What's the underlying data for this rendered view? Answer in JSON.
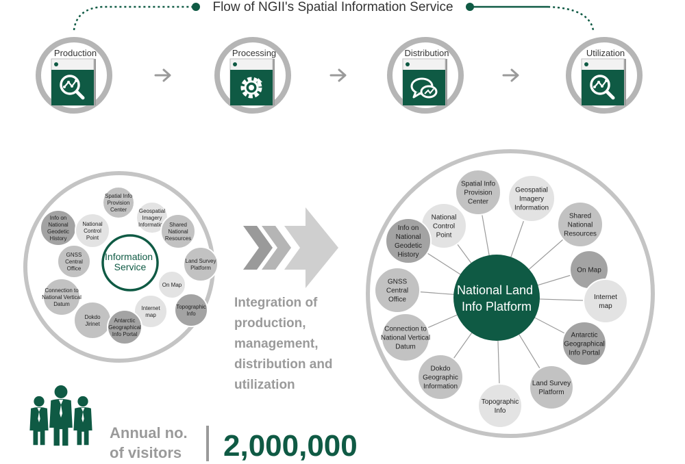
{
  "header": {
    "title": "Flow of NGII's Spatial Information Service"
  },
  "flow": {
    "steps": [
      {
        "label": "Production",
        "icon": "magnifier-graph-icon"
      },
      {
        "label": "Processing",
        "icon": "gear-cycle-icon"
      },
      {
        "label": "Distribution",
        "icon": "speech-bubbles-icon"
      },
      {
        "label": "Utilization",
        "icon": "magnifier-graph-icon"
      }
    ],
    "arrow_icon": "arrow-right-icon"
  },
  "left_cluster": {
    "center": [
      "Information",
      "Service"
    ],
    "nodes": [
      {
        "lines": [
          "Spatial Info",
          "Provision",
          "Center"
        ],
        "tone": "light"
      },
      {
        "lines": [
          "Geospatial",
          "Imagery",
          "Information"
        ],
        "tone": "pale"
      },
      {
        "lines": [
          "Shared",
          "National",
          "Resources"
        ],
        "tone": "light"
      },
      {
        "lines": [
          "Info on",
          "National",
          "Geodetic",
          "History"
        ],
        "tone": "dark"
      },
      {
        "lines": [
          "National",
          "Control",
          "Point"
        ],
        "tone": "pale"
      },
      {
        "lines": [
          "GNSS",
          "Central",
          "Office"
        ],
        "tone": "light"
      },
      {
        "lines": [
          "Land Survey",
          "Platform"
        ],
        "tone": "light"
      },
      {
        "lines": [
          "On Map"
        ],
        "tone": "pale"
      },
      {
        "lines": [
          "Connection to",
          "National Vertical",
          "Datum"
        ],
        "tone": "light"
      },
      {
        "lines": [
          "Internet",
          "map"
        ],
        "tone": "pale"
      },
      {
        "lines": [
          "Topographic",
          "Info"
        ],
        "tone": "dark"
      },
      {
        "lines": [
          "Dokdo",
          "Jirinet"
        ],
        "tone": "light"
      },
      {
        "lines": [
          "Antarctic",
          "Geographical",
          "Info Portal"
        ],
        "tone": "dark"
      }
    ]
  },
  "middle": {
    "arrow_icon": "chevron-arrows-icon",
    "lines": [
      "Integration of",
      "production,",
      "management,",
      "distribution and",
      "utilization"
    ]
  },
  "right_cluster": {
    "center": [
      "National Land",
      "Info Platform"
    ],
    "nodes": [
      {
        "lines": [
          "Spatial Info",
          "Provision",
          "Center"
        ],
        "tone": "light"
      },
      {
        "lines": [
          "Geospatial",
          "Imagery",
          "Information"
        ],
        "tone": "pale"
      },
      {
        "lines": [
          "Shared",
          "National",
          "Resources"
        ],
        "tone": "light"
      },
      {
        "lines": [
          "National",
          "Control",
          "Point"
        ],
        "tone": "pale"
      },
      {
        "lines": [
          "Info on",
          "National",
          "Geodetic",
          "History"
        ],
        "tone": "dark"
      },
      {
        "lines": [
          "On Map"
        ],
        "tone": "dark"
      },
      {
        "lines": [
          "GNSS",
          "Central",
          "Office"
        ],
        "tone": "light"
      },
      {
        "lines": [
          "Internet",
          "map"
        ],
        "tone": "pale"
      },
      {
        "lines": [
          "Connection to",
          "National Vertical",
          "Datum"
        ],
        "tone": "light"
      },
      {
        "lines": [
          "Antarctic",
          "Geographical",
          "Info Portal"
        ],
        "tone": "dark"
      },
      {
        "lines": [
          "Dokdo",
          "Geographic",
          "Information"
        ],
        "tone": "light"
      },
      {
        "lines": [
          "Land Survey",
          "Platform"
        ],
        "tone": "light"
      },
      {
        "lines": [
          "Topographic",
          "Info"
        ],
        "tone": "pale"
      }
    ]
  },
  "visitors": {
    "icon": "people-group-icon",
    "label_lines": [
      "Annual no.",
      "of visitors"
    ],
    "value": "2,000,000"
  },
  "colors": {
    "green": "#0f5a44",
    "gray_text": "#9a9a9a",
    "ring": "#c4c4c4",
    "node_dark": "#a3a3a3",
    "node_light": "#c2c2c2",
    "node_pale": "#e3e3e3"
  }
}
